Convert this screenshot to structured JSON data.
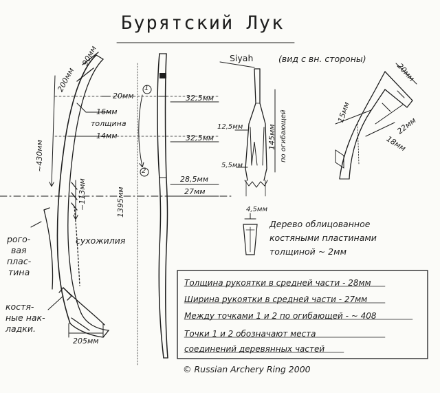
{
  "title": "Бурятский Лук",
  "copyright": "© Russian Archery Ring 2000",
  "labels": {
    "d_90mm": "90мм",
    "d_200mm": "200мм",
    "d_430mm": "~430мм",
    "d_20mm": "20мм",
    "d_16mm": "16мм",
    "thickness": "толщина",
    "d_14mm": "14мм",
    "d_32_5a": "32,5мм",
    "d_32_5b": "32,5мм",
    "point_1": "1",
    "point_2": "2",
    "d_28_5": "28,5мм",
    "d_27": "27мм",
    "d_1395": "1395мм",
    "d_113": "~113мм",
    "siyah": "Siyah",
    "siyah_view": "(вид с вн. стороны)",
    "d_12_5": "12,5мм",
    "d_145": "145мм",
    "along_curve": "по огибающей",
    "d_5_5": "5,5мм",
    "tip_20mm": "20мм",
    "tip_15mm": "15мм",
    "tip_22mm": "22мм",
    "tip_18mm": "18мм",
    "d_4_5": "4,5мм",
    "wood_note_1": "Дерево облицованное",
    "wood_note_2": "костяными пластинами",
    "wood_note_3": "толщиной ~ 2мм",
    "horn_1": "рого-",
    "horn_2": "вая",
    "horn_3": "плас-",
    "horn_4": "тина",
    "sinew": "сухожилия",
    "bone_1": "костя-",
    "bone_2": "ные нак-",
    "bone_3": "ладки.",
    "d_205": "205мм"
  },
  "notes": [
    "Толщина рукоятки в средней части - 28мм",
    "Ширина рукоятки в средней части - 27мм",
    "Между точками 1 и 2 по огибающей - ~ 408",
    "Точки 1 и 2 обозначают места",
    "соединений деревянных частей"
  ]
}
